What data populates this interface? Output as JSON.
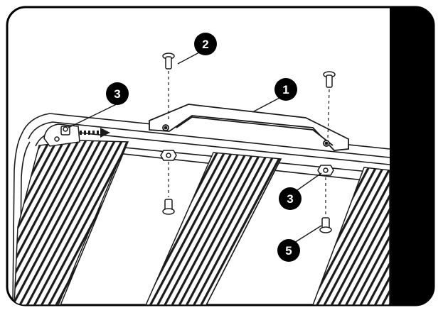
{
  "colors": {
    "frame": "#000000",
    "background": "#ffffff",
    "side_tab": "#000000",
    "callout_fill": "#000000",
    "callout_text": "#ffffff",
    "line_art": "#1a1a1a"
  },
  "callouts": [
    {
      "id": "c1",
      "label": "1"
    },
    {
      "id": "c2",
      "label": "2"
    },
    {
      "id": "c3a",
      "label": "3"
    },
    {
      "id": "c3b",
      "label": "3"
    },
    {
      "id": "c5",
      "label": "5"
    }
  ],
  "parts": {
    "handle": "handle-bracket",
    "bolts": "mounting-bolt",
    "nuts": "nut",
    "plugs": "end-plug"
  }
}
